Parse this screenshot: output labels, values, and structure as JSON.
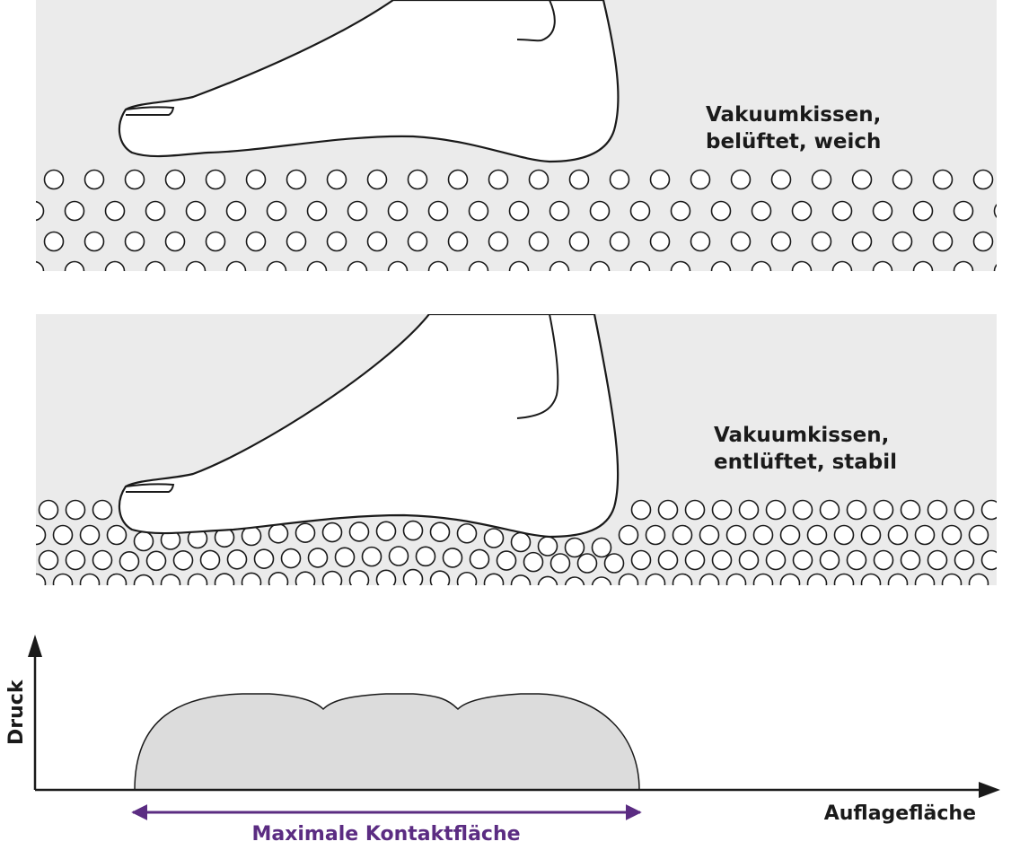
{
  "panels": {
    "top": {
      "label_lines": [
        "Vakuumkissen,",
        "belüftet, weich"
      ]
    },
    "middle": {
      "label_lines": [
        "Vakuumkissen,",
        "entlüftet, stabil"
      ]
    }
  },
  "graph": {
    "y_axis_label": "Druck",
    "x_axis_label": "Auflagefläche",
    "span_label": "Maximale Kontaktfläche"
  },
  "colors": {
    "panel_bg": "#ebebeb",
    "pressure_fill": "#dcdcdc",
    "span_arrow": "#5b2c82",
    "outline": "#1a1a1a"
  }
}
